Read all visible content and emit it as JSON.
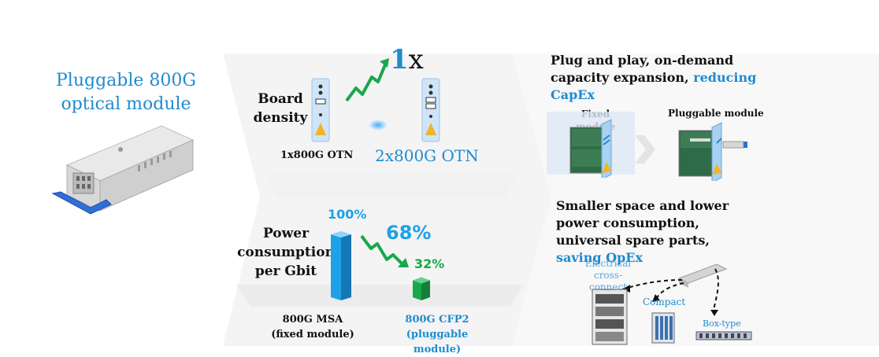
{
  "left": {
    "title_line1": "Pluggable 800G",
    "title_line2": "optical module"
  },
  "density": {
    "multiplier_value": "1",
    "multiplier_unit": "x",
    "label_line1": "Board",
    "label_line2": "density",
    "before_label": "1x800G OTN",
    "after_label": "2x800G OTN"
  },
  "power": {
    "label_line1": "Power",
    "label_line2": "consumption",
    "label_line3": "per Gbit",
    "bar_high_pct": "100%",
    "reduction_pct": "68%",
    "bar_low_pct": "32%",
    "left_cat_line1": "800G MSA",
    "left_cat_line2": "(fixed module)",
    "right_cat_line1": "800G CFP2",
    "right_cat_line2": "(pluggable",
    "right_cat_line3": "module)"
  },
  "chart_data": {
    "type": "bar",
    "categories": [
      "800G MSA (fixed module)",
      "800G CFP2 (pluggable module)"
    ],
    "values": [
      100,
      32
    ],
    "ylabel": "Power consumption per Gbit"
  },
  "right": {
    "plug_line1": "Plug and play, on-demand",
    "plug_line2": "capacity expansion, ",
    "plug_highlight_a": "reducing",
    "plug_highlight_b": "CapEx",
    "fixed_label_line1": "Fixed",
    "fixed_label_line2": "module",
    "pluggable_label": "Pluggable module",
    "smaller_line1": "Smaller space and lower",
    "smaller_line2": "power consumption,",
    "smaller_line3": "universal spare parts,",
    "smaller_highlight": "saving OpEx",
    "ecc_line1": "Electrical",
    "ecc_line2": "cross-",
    "ecc_line3": "connect",
    "compact_label": "Compact",
    "boxtype_label": "Box-type"
  },
  "colors": {
    "accent_blue": "#1f8bd0",
    "bar_blue": "#1ea1e6",
    "green": "#19a84a",
    "chevron_grey": "#f3f3f3"
  }
}
